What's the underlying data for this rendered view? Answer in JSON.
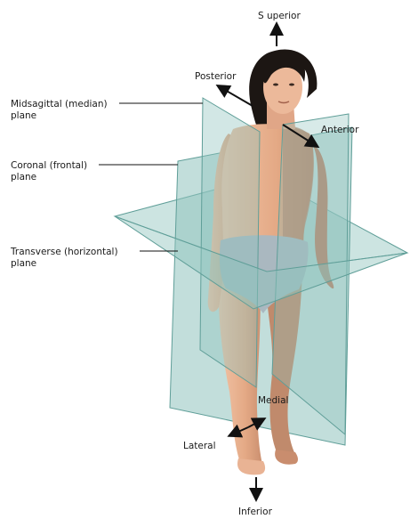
{
  "directions": {
    "superior": "S uperior",
    "posterior": "Posterior",
    "anterior": "Anterior",
    "medial": "Medial",
    "lateral": "Lateral",
    "inferior": "Inferior"
  },
  "planes": {
    "midsagittal": [
      "Midsagittal (median)",
      "plane"
    ],
    "coronal": [
      "Coronal (frontal)",
      "plane"
    ],
    "transverse": [
      "Transverse (horizontal)",
      "plane"
    ]
  },
  "colors": {
    "plane_fill": "#8fc3bd",
    "plane_edge": "#5f9e98",
    "skin": "#e9b394",
    "skin_shadow": "#c98d6e",
    "hair": "#1c1613",
    "undergarment": "#aab8c0",
    "arrow": "#111111"
  }
}
